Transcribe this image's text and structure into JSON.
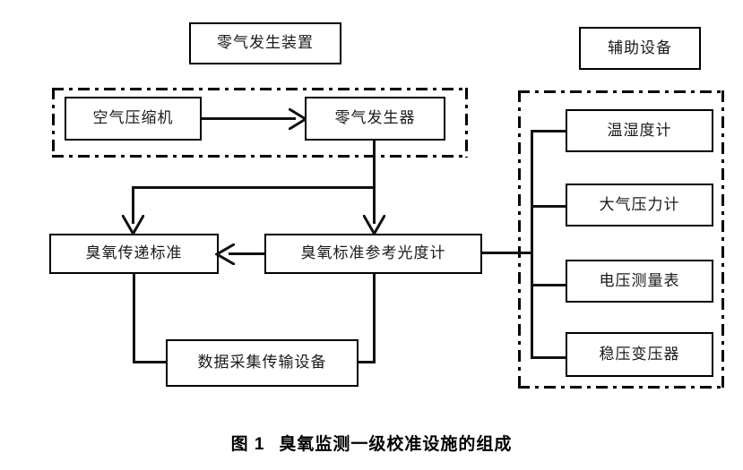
{
  "figure": {
    "caption_label": "图 1",
    "caption_title": "臭氧监测一级校准设施的组成"
  },
  "groups": {
    "zero_air": {
      "title": "零气发生装置",
      "nodes": [
        {
          "label": "空气压缩机"
        },
        {
          "label": "零气发生器"
        }
      ]
    },
    "auxiliary": {
      "title": "辅助设备",
      "nodes": [
        {
          "label": "温湿度计"
        },
        {
          "label": "大气压力计"
        },
        {
          "label": "电压测量表"
        },
        {
          "label": "稳压变压器"
        }
      ]
    }
  },
  "core_nodes": {
    "transfer_standard": "臭氧传递标准",
    "reference_photometer": "臭氧标准参考光度计",
    "data_acquisition": "数据采集传输设备"
  },
  "style": {
    "line_color": "#111111",
    "box_border": "#000000",
    "background": "#ffffff",
    "text_color": "#1a1a1a"
  }
}
